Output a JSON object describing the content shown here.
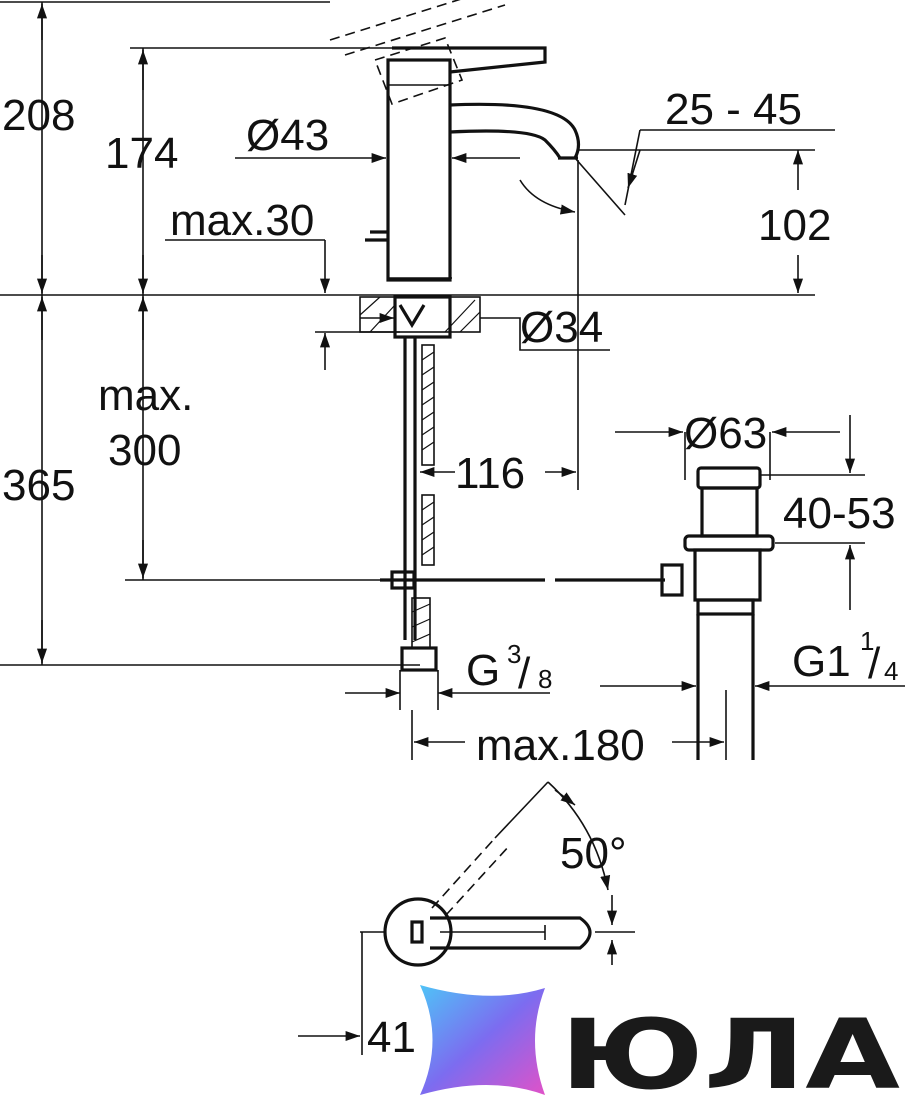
{
  "dimensions": {
    "total_height": "208",
    "spout_height": "174",
    "body_diameter": "Ø43",
    "deck_thickness": "max.30",
    "spout_angle": "25 - 45",
    "outlet_height": "102",
    "hole_diameter": "Ø34",
    "hose_length_label_1": "max.",
    "hose_length_label_2": "300",
    "below_deck": "365",
    "reach": "116",
    "waste_diameter": "Ø63",
    "waste_range": "40-53",
    "connection_main": "G",
    "connection_num": "3",
    "connection_den": "8",
    "waste_thread_main": "G1",
    "waste_thread_num": "1",
    "waste_thread_den": "4",
    "rod_length": "max.180",
    "lever_angle": "50°",
    "lever_offset": "41"
  },
  "logo": {
    "text": "ЮЛА",
    "colors": {
      "gradient_start": "#4fc3f7",
      "gradient_mid": "#7c6cf0",
      "gradient_end": "#e052c8"
    }
  }
}
